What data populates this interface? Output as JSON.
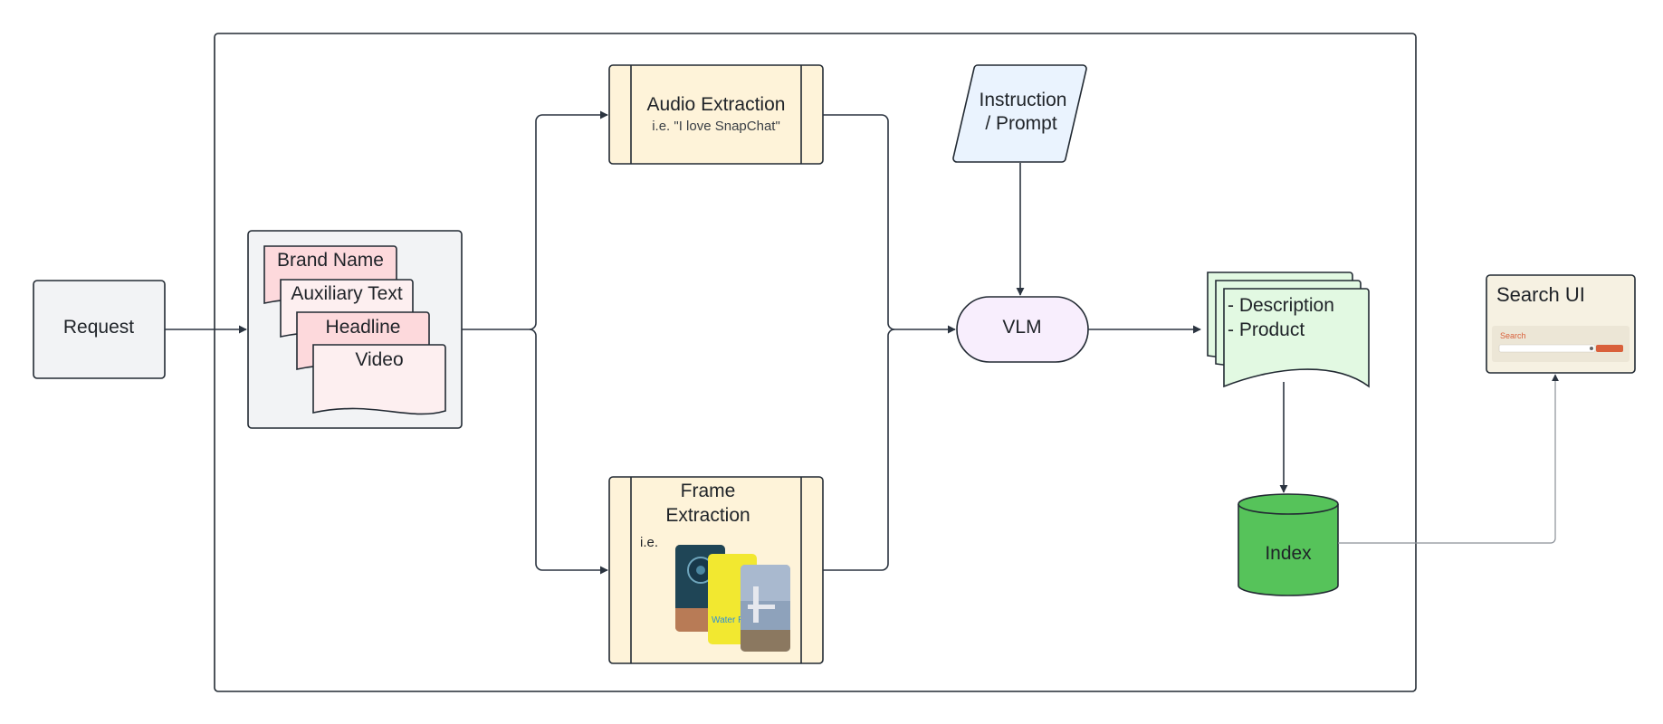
{
  "nodes": {
    "request": "Request",
    "docs": [
      "Brand Name",
      "Auxiliary Text",
      "Headline",
      "Video"
    ],
    "audio": {
      "title": "Audio Extraction",
      "subtitle": "i.e. \"I love SnapChat\""
    },
    "frame": {
      "title_line1": "Frame",
      "title_line2": "Extraction",
      "ie": "i.e.",
      "thumb_text": "Water Resista"
    },
    "instruction": {
      "line1": "Instruction",
      "line2": "/ Prompt"
    },
    "vlm": "VLM",
    "output": [
      "- Description",
      "- Product"
    ],
    "index": "Index",
    "search_ui": {
      "title": "Search UI",
      "mini_label": "Search"
    }
  },
  "colors": {
    "request_fill": "#f2f3f5",
    "docs_container_fill": "#f2f3f5",
    "doc_pink": "#fdd9dc",
    "doc_light_pink": "#fdeff0",
    "process_fill": "#fef3d9",
    "instruction_fill": "#eaf3fe",
    "vlm_fill": "#f8eefd",
    "output_fill": "#e2f9e2",
    "index_fill": "#56c35a",
    "search_ui_fill": "#f6f1e2",
    "search_accent": "#d9603b"
  }
}
